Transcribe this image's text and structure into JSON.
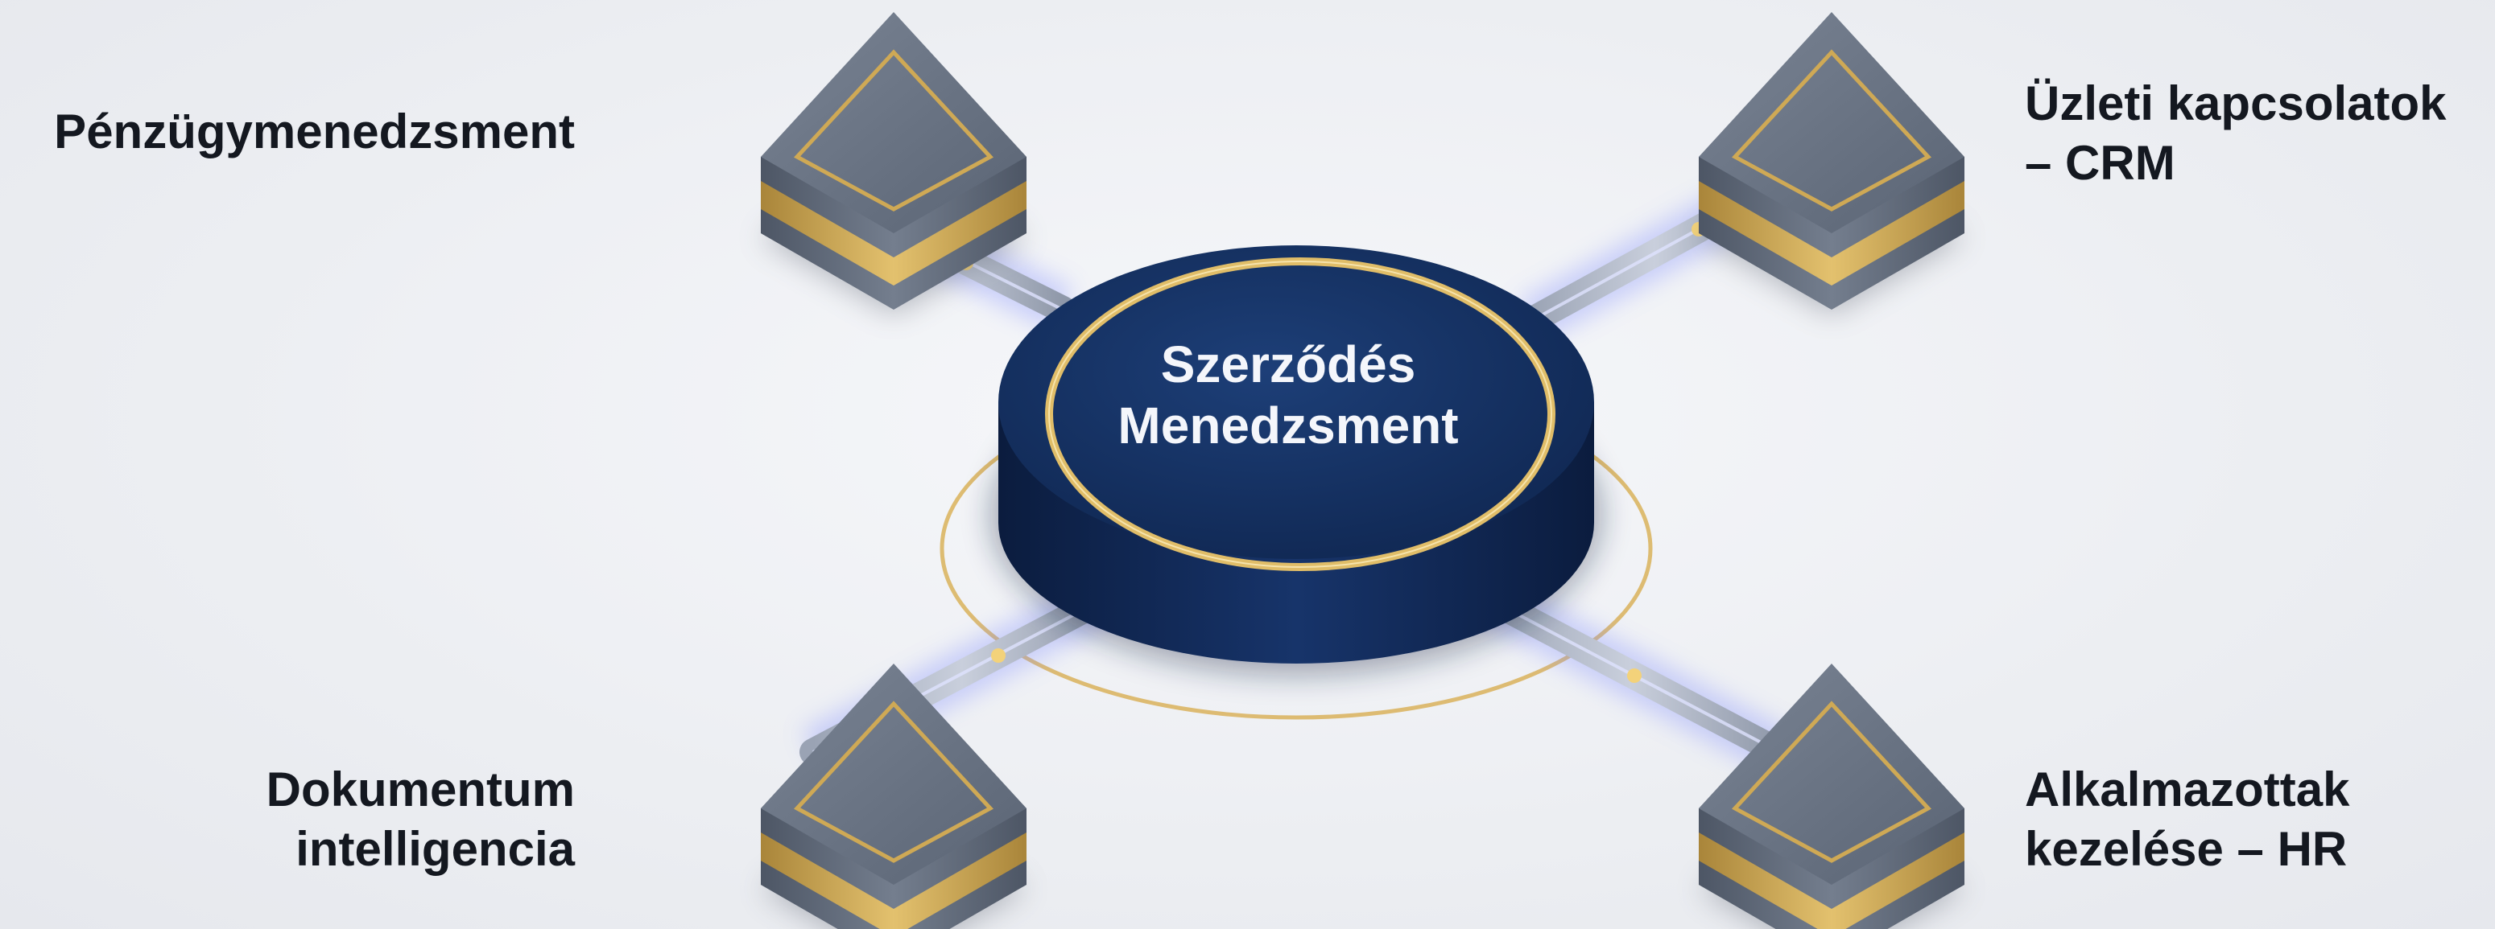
{
  "diagram": {
    "hub": {
      "lines": [
        "Szerződés",
        "Menedzsment"
      ]
    },
    "nodes": [
      {
        "id": "top-left",
        "lines": [
          "Pénzügymenedzsment"
        ]
      },
      {
        "id": "top-right",
        "lines": [
          "Üzleti kapcsolatok",
          "– CRM"
        ]
      },
      {
        "id": "bottom-left",
        "lines": [
          "Dokumentum",
          "intelligencia"
        ]
      },
      {
        "id": "bottom-right",
        "lines": [
          "Alkalmazottak",
          "kezelése – HR"
        ]
      }
    ]
  },
  "colors": {
    "hub_fill": "#14305e",
    "hub_ring": "#d9b25a",
    "node_body": "#5c6675",
    "node_gold": "#c9a24a",
    "connector_glow": "#7f8cff",
    "pulse": "#f3d27a",
    "text": "#141820"
  }
}
